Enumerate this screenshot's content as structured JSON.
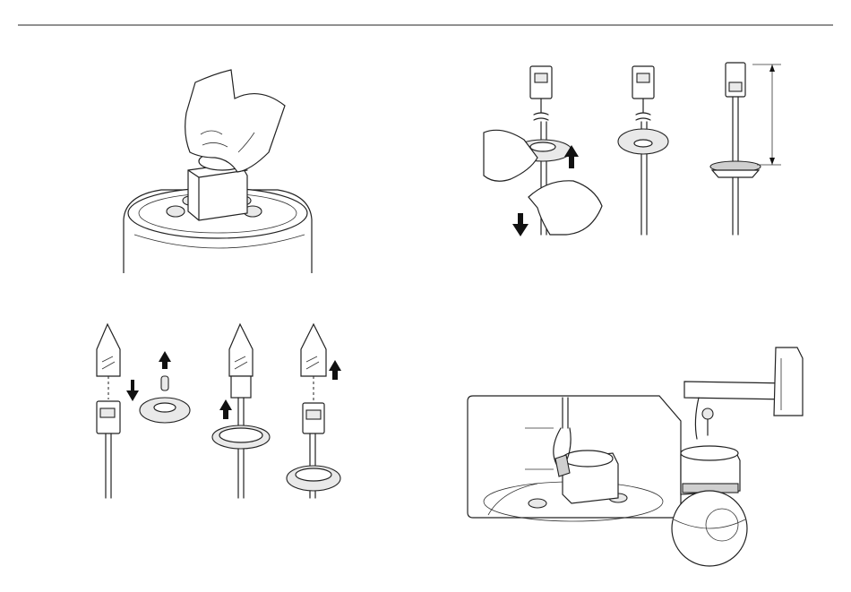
{
  "page": {
    "background_color": "#ffffff",
    "line_color": "#222222",
    "arrow_color": "#111111"
  },
  "figures": [
    {
      "id": "fig-turn-cap",
      "icon": "hand-removing-cap"
    },
    {
      "id": "fig-grommet-pull",
      "icon": "cable-grommet-pull"
    },
    {
      "id": "fig-connector-boot",
      "icon": "connector-boot-assembly"
    },
    {
      "id": "fig-safety-wire",
      "icon": "safety-wire-hook"
    }
  ]
}
